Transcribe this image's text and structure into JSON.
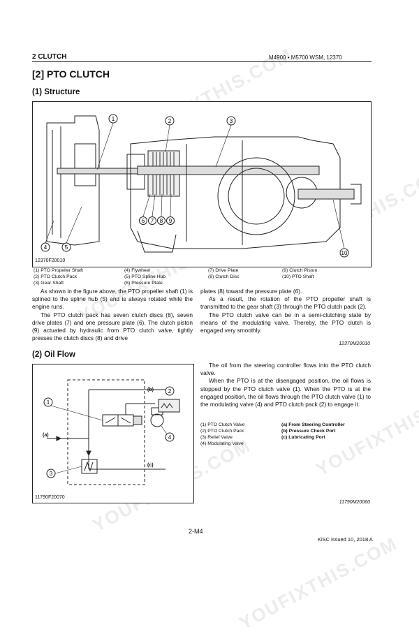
{
  "header": {
    "section": "2 CLUTCH",
    "manual": "M4900 • M5700 WSM, 12370"
  },
  "title": "[2]  PTO  CLUTCH",
  "structure": {
    "heading": "(1) Structure",
    "figure_id": "12370F20010",
    "callouts": [
      "1",
      "2",
      "3",
      "4",
      "5",
      "6",
      "7",
      "8",
      "9",
      "10"
    ],
    "legend": [
      [
        "(1)  PTO Propeller Shaft",
        "(4)  Flywheel",
        "(7)  Drive Plate",
        "(9)  Clutch Piston"
      ],
      [
        "(2)  PTO Clutch Pack",
        "(5)  PTO Spline Hub",
        "(8)  Clutch Disc",
        "(10)  PTO Shaft"
      ],
      [
        "(3)  Gear Shaft",
        "(6)  Pressure Plate",
        "",
        ""
      ]
    ],
    "para_left": [
      "As shown in the figure above, the PTO propeller shaft (1) is splined to the spline hub (5) and is always rotated while the engine runs.",
      "The PTO clutch pack has seven clutch discs (8), seven drive plates (7) and one pressure plate (6). The clutch piston (9) actuated by hydraulic from PTO clutch valve, tightly presses the clutch discs (8) and drive"
    ],
    "para_right": [
      "plates (8) toward the pressure plate (6).",
      "As a result, the rotation of the PTO propeller shaft is transmitted to the gear shaft (3) through the PTO clutch pack (2).",
      "The PTO clutch valve can be in a semi-clutching state by means of the modulating valve. Thereby, the PTO clutch is engaged very smoothly."
    ],
    "ref": "12370M20010"
  },
  "oil_flow": {
    "heading": "(2) Oil Flow",
    "figure_id": "11790F20070",
    "callouts": [
      "1",
      "2",
      "3",
      "4"
    ],
    "port_labels": [
      "(a)",
      "(b)",
      "(c)"
    ],
    "para": [
      "The oil from the steering controller flows into the PTO clutch valve.",
      "When the PTO is at the disengaged position, the oil flows is stopped by the PTO clutch valve (1). When the PTO is at the engaged position, the oil flows through the PTO clutch valve (1) to the modulating valve (4) and PTO clutch pack (2) to engage it."
    ],
    "legend_left": [
      "(1)  PTO Clutch Valve",
      "(2)  PTO Clutch Pack",
      "(3)  Relief Valve",
      "(4)  Modulating Valve"
    ],
    "legend_right": [
      "(a)  From Steering Controller",
      "(b)  Pressure Check Port",
      "(c)  Lubricating Port"
    ],
    "ref": "11790M20060"
  },
  "footer": {
    "page": "2-M4",
    "issued": "KiSC issued 10, 2018 A"
  },
  "watermark": "YOUFIXTHIS.COM"
}
